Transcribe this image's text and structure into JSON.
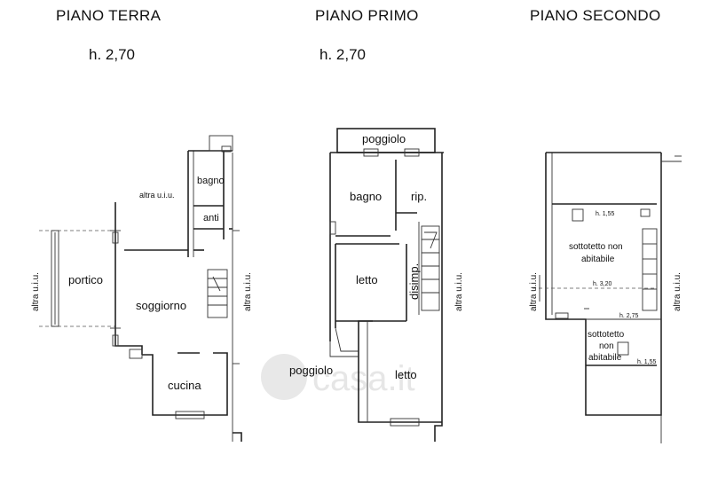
{
  "floors": [
    {
      "title": "PIANO TERRA",
      "height": "h. 2,70"
    },
    {
      "title": "PIANO PRIMO",
      "height": "h. 2,70"
    },
    {
      "title": "PIANO SECONDO",
      "height": ""
    }
  ],
  "terra": {
    "bagno": "bagno",
    "altra_uiu_top": "altra u.i.u.",
    "anti": "anti",
    "portico": "portico",
    "soggiorno": "soggiorno",
    "cucina": "cucina",
    "altra_uiu_left": "altra u.i.u.",
    "altra_uiu_right": "altra u.i.u."
  },
  "primo": {
    "poggiolo_top": "poggiolo",
    "bagno": "bagno",
    "rip": "rip.",
    "letto_1": "letto",
    "disimp": "disimp.",
    "poggiolo_bottom": "poggiolo",
    "letto_2": "letto",
    "altra_uiu_right": "altra u.i.u."
  },
  "secondo": {
    "h1": "h. 1,55",
    "sottotetto_1": "sottotetto non",
    "sottotetto_1b": "abitabile",
    "h2": "h. 3,20",
    "h3": "h. 2,75",
    "sottotetto_2": "sottotetto",
    "sottotetto_2b": "non",
    "sottotetto_2c": "abitabile",
    "h4": "h. 1,55",
    "altra_uiu_left": "altra u.i.u.",
    "altra_uiu_right": "altra u.i.u."
  },
  "watermark": "casa.it"
}
